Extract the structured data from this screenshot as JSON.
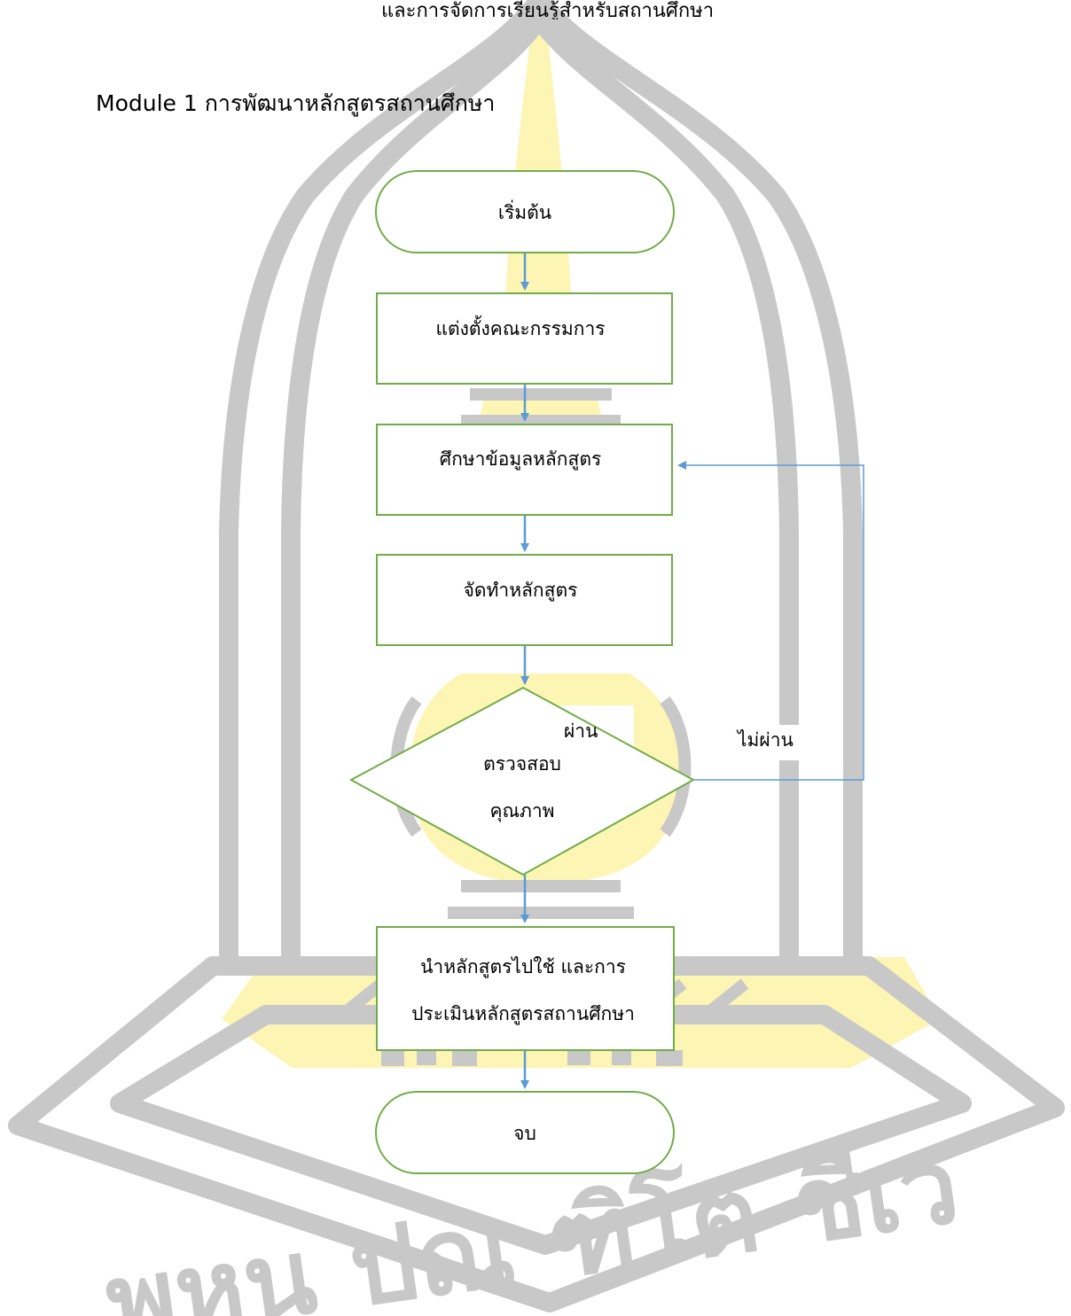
{
  "header": {
    "text": "และการจัดการเรียนรู้สำหรับสถานศึกษา"
  },
  "module_heading": "Module 1 การพัฒนาหลักสูตรสถานศึกษา",
  "flowchart": {
    "start": "เริ่มต้น",
    "step1": "แต่งตั้งคณะกรรมการ",
    "step2": "ศึกษาข้อมูลหลักสูตร",
    "step3": "จัดทำหลักสูตร",
    "decision": {
      "line1": "ตรวจสอบ",
      "line2": "คุณภาพ"
    },
    "fail_label": "ไม่ผ่าน",
    "pass_label": "ผ่าน",
    "step4": {
      "line1": "นำหลักสูตรไปใช้ และการ",
      "line2": "ประเมินหลักสูตรสถานศึกษา"
    },
    "end": "จบ"
  },
  "watermark": {
    "text": "พหูน ปณ ฑิโต ชีเว"
  },
  "colors": {
    "node_border": "#70ad47",
    "arrow": "#5b9bd5",
    "watermark_gray": "#c8c8c8",
    "watermark_yellow": "#fdf5b4"
  }
}
